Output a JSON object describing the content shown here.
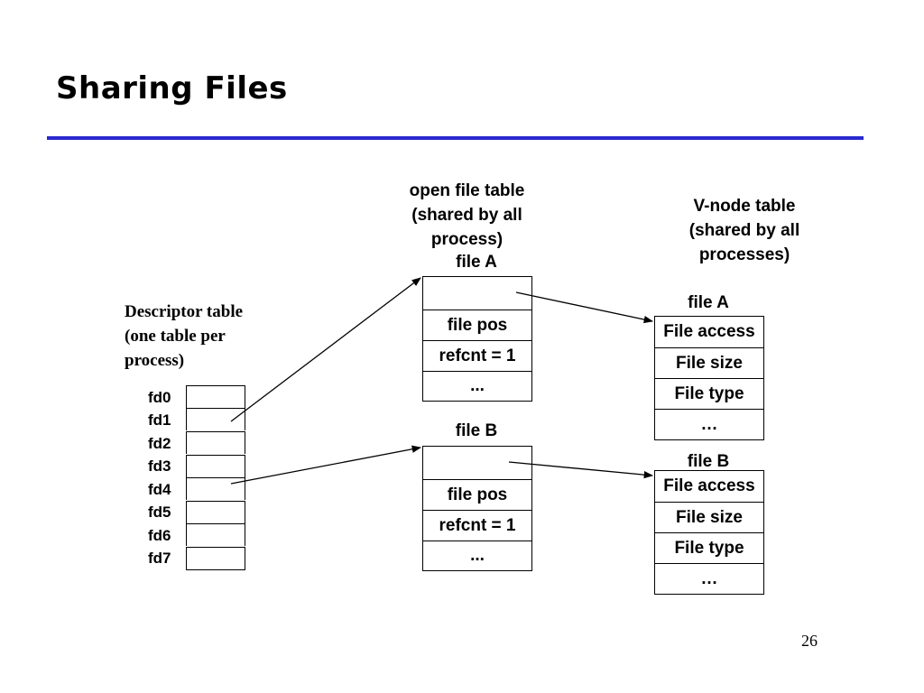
{
  "title": "Sharing Files",
  "page_number": "26",
  "descriptor_table": {
    "caption": [
      "Descriptor table",
      "(one table per",
      "process)"
    ],
    "rows": [
      "fd0",
      "fd1",
      "fd2",
      "fd3",
      "fd4",
      "fd5",
      "fd6",
      "fd7"
    ]
  },
  "open_file_table": {
    "caption": [
      "open file table",
      "(shared by all",
      "process)"
    ],
    "entries": [
      {
        "label": "file A",
        "rows": [
          "",
          "file pos",
          "refcnt = 1",
          "..."
        ]
      },
      {
        "label": "file B",
        "rows": [
          "",
          "file pos",
          "refcnt = 1",
          "..."
        ]
      }
    ]
  },
  "vnode_table": {
    "caption": [
      "V-node table",
      "(shared by all",
      "processes)"
    ],
    "entries": [
      {
        "label": "file A",
        "rows": [
          "File access",
          "File size",
          "File type",
          "…"
        ]
      },
      {
        "label": "file B",
        "rows": [
          "File access",
          "File size",
          "File type",
          "…"
        ]
      }
    ]
  },
  "links": [
    {
      "from": "fd1",
      "to": "open file table: file A"
    },
    {
      "from": "fd4",
      "to": "open file table: file B"
    },
    {
      "from": "open file table: file A",
      "to": "V-node table: file A"
    },
    {
      "from": "open file table: file B",
      "to": "V-node table: file B"
    }
  ]
}
